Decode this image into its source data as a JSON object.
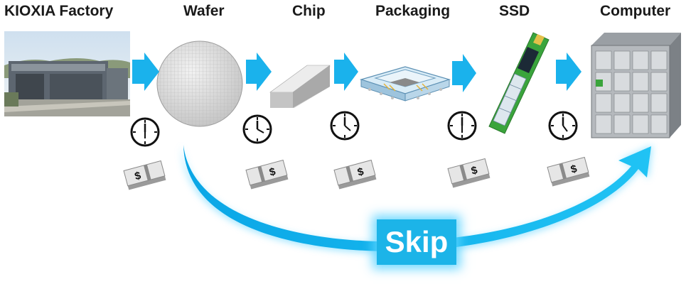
{
  "stages": [
    {
      "label": "KIOXIA Factory"
    },
    {
      "label": "Wafer"
    },
    {
      "label": "Chip"
    },
    {
      "label": "Packaging"
    },
    {
      "label": "SSD"
    },
    {
      "label": "Computer"
    }
  ],
  "skip_label": "Skip",
  "money_symbol": "$",
  "colors": {
    "accent": "#1cb4e8",
    "glow": "#5ad2ff",
    "ssd_pcb": "#3aa43c"
  }
}
